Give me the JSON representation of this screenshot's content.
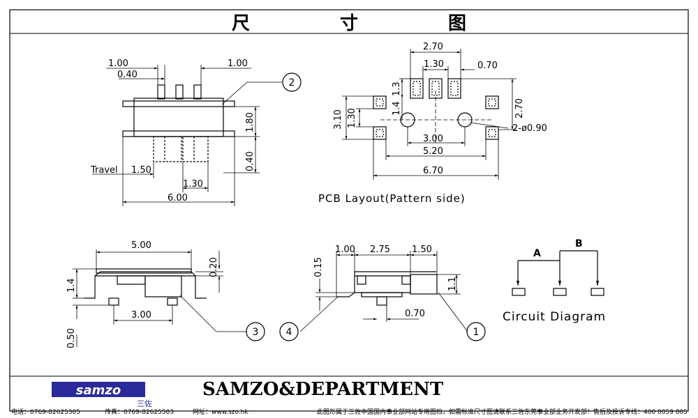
{
  "title": "尺 寸 图",
  "views": {
    "top": {
      "dims": [
        "1.00",
        "0.40",
        "1.00",
        "1.80",
        "0.40",
        "1.50",
        "1.30",
        "6.00"
      ],
      "travel_label": "Travel",
      "balloon": "2"
    },
    "pcb": {
      "dims": [
        "2.70",
        "1.30",
        "0.70",
        "1.3",
        "2.70",
        "3.10",
        "1.30",
        "1.4",
        "2-ø0.90",
        "3.00",
        "5.20",
        "6.70"
      ],
      "caption": "PCB Layout(Pattern side)"
    },
    "front": {
      "dims": [
        "5.00",
        "0.20",
        "1.4",
        "3.00",
        "0.50"
      ],
      "balloon": "3"
    },
    "side": {
      "dims": [
        "1.00",
        "2.75",
        "1.50",
        "0.15",
        "1.1",
        "0.70"
      ],
      "balloons": [
        "4",
        "1"
      ]
    },
    "circuit": {
      "labels": [
        "A",
        "B"
      ],
      "caption": "Circuit Diagram"
    }
  },
  "footer": {
    "company": "SAMZO&DEPARTMENT",
    "logo_text": "samzo",
    "logo_sub": "三佐",
    "phone": "电话：0769-82625305",
    "fax": "传真：0769-82625503",
    "web": "网址：www.szo.hk",
    "notice": "此图形属于三佐中国国内事业部网站专用图档，如需标准尺寸图请联系三佐东莞事业部业务开发部！售后及投诉专线：400 0059 805"
  }
}
